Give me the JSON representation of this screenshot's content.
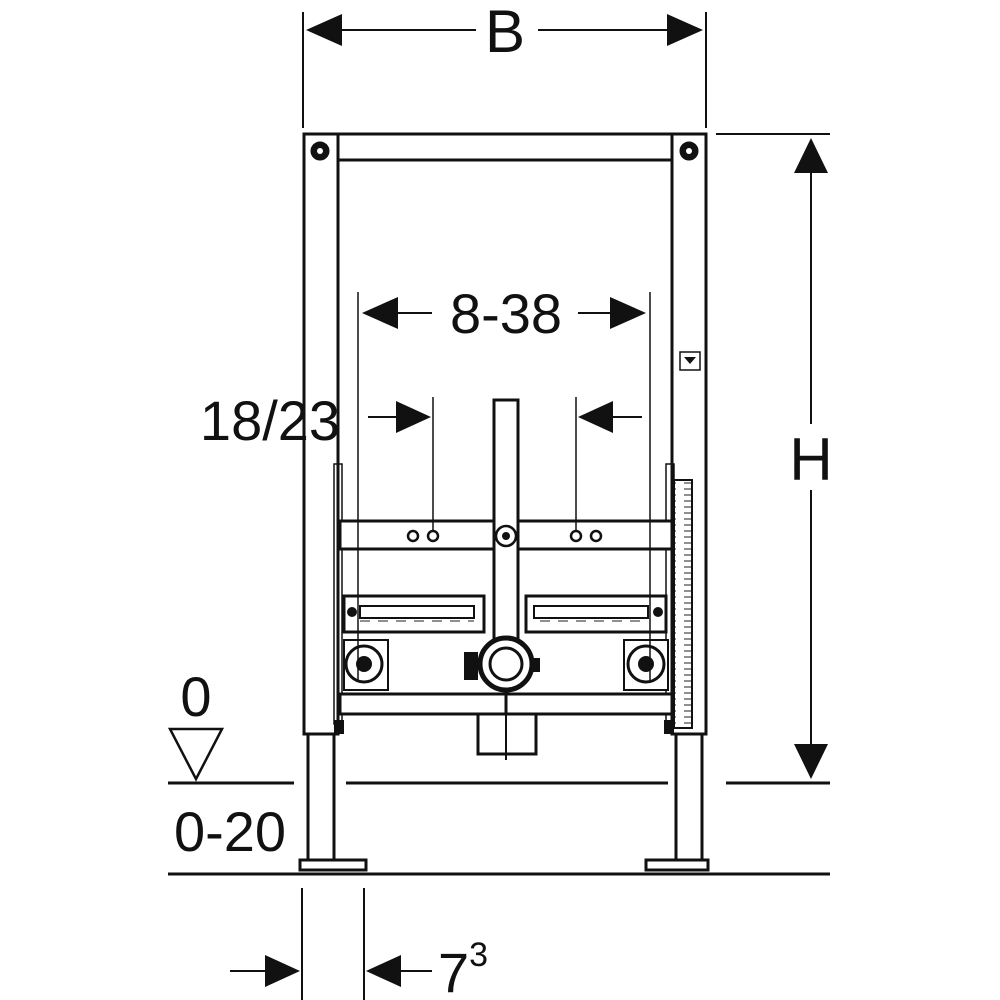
{
  "labels": {
    "width": "B",
    "height": "H",
    "outlet_spacing": "8-38",
    "fixing_spacing": "18/23",
    "floor_level": "0",
    "floor_build_up": "0-20",
    "foot_offset_base": "7",
    "foot_offset_sup": "3"
  }
}
